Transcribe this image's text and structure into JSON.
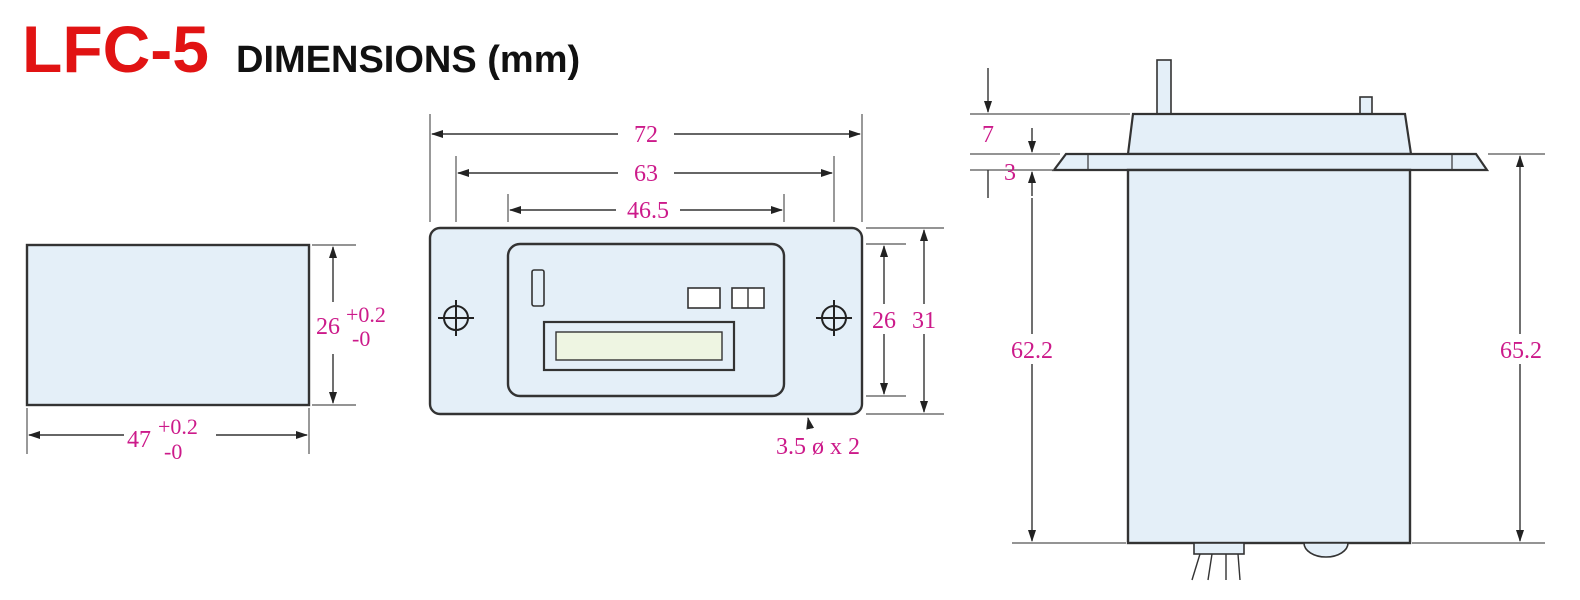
{
  "title": {
    "model": "LFC-5",
    "subtitle": "DIMENSIONS (mm)"
  },
  "cutout_view": {
    "height": "26",
    "height_tol_plus": "+0.2",
    "height_tol_minus": "-0",
    "width": "47",
    "width_tol_plus": "+0.2",
    "width_tol_minus": "-0"
  },
  "front_view": {
    "overall_width": "72",
    "hole_spacing": "63",
    "window_width": "46.5",
    "inner_height": "26",
    "overall_height": "31",
    "hole_note": "3.5 ø x 2"
  },
  "side_view": {
    "top_dim": "7",
    "flange_thickness": "3",
    "body_depth": "62.2",
    "total_depth": "65.2"
  },
  "colors": {
    "title_red": "#e11313",
    "dimension_magenta": "#cc1a8a",
    "body_fill": "#e4eff8",
    "line": "#333333"
  }
}
